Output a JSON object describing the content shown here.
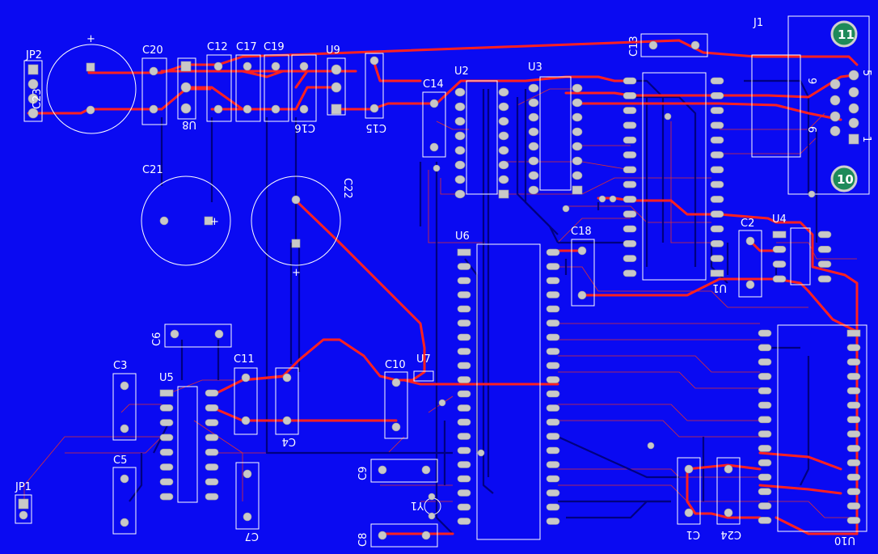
{
  "colors": {
    "board": "#0a0af2",
    "top_copper": "#ff2020",
    "bottom_copper": "#000080",
    "silk": "#ffffff",
    "cap_outline": "#ffff66",
    "badge": "#2a8a5a"
  },
  "labels": {
    "jp2": "JP2",
    "c20": "C20",
    "c12": "C12",
    "c17": "C17",
    "c19": "C19",
    "u9": "U9",
    "c13": "C13",
    "j1": "J1",
    "c23": "C23",
    "u8": "U8",
    "c16": "C16",
    "c15": "C15",
    "c14": "C14",
    "u2": "U2",
    "u3": "U3",
    "c21": "C21",
    "c22": "C22",
    "u6": "U6",
    "c18": "C18",
    "c2": "C2",
    "u4": "U4",
    "u1": "U1",
    "c6": "C6",
    "c3": "C3",
    "u5": "U5",
    "c11": "C11",
    "c10": "C10",
    "u7": "U7",
    "c4": "C4",
    "c5": "C5",
    "c9": "C9",
    "jp1": "JP1",
    "c7": "C7",
    "y1": "Y1",
    "c8": "C8",
    "c1": "C1",
    "c24": "C24",
    "u10": "U10",
    "pin9": "9",
    "pin5": "5",
    "pin6": "6",
    "pin1": "1",
    "badge11": "11",
    "badge10": "10",
    "plus1": "+",
    "plus2": "+",
    "plus3": "+"
  }
}
